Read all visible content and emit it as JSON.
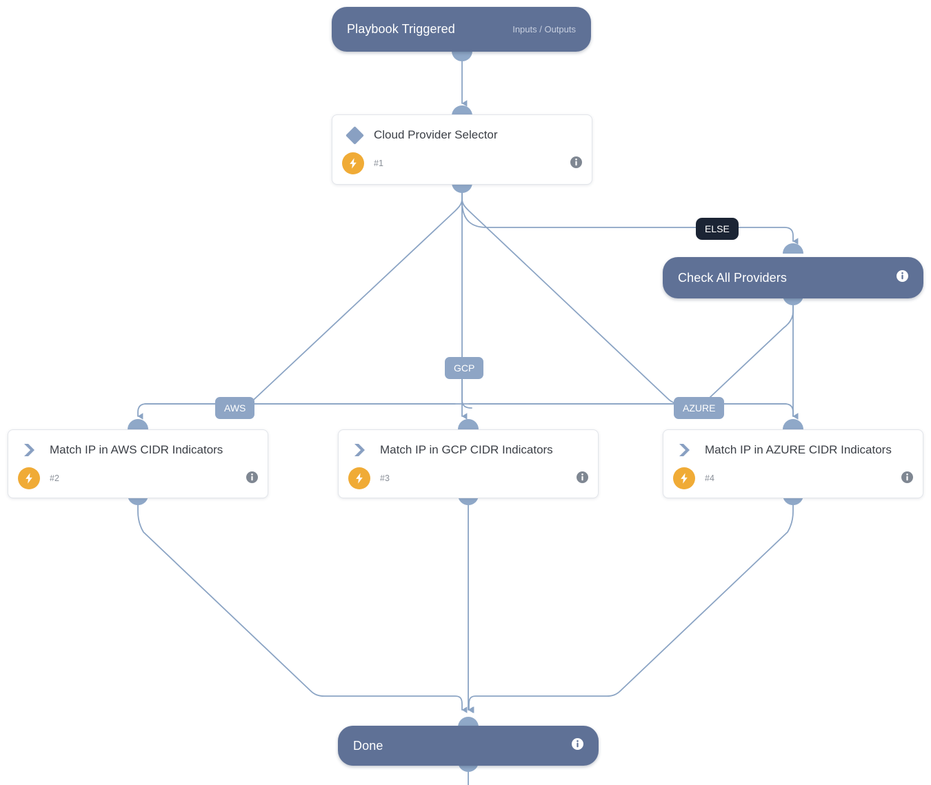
{
  "diagram": {
    "title": "Playbook workflow graph",
    "colors": {
      "pill_node": "#5f7196",
      "edge": "#8ba4c4",
      "handle": "#8fa8c8",
      "label_badge": "#8ea5c5",
      "else_badge": "#1b2434",
      "bolt_badge": "#f0ab36",
      "card_title": "#3b3f46",
      "background": "#ffffff"
    },
    "nodes": {
      "trigger": {
        "title": "Playbook Triggered",
        "subtitle": "Inputs / Outputs"
      },
      "selector": {
        "title": "Cloud Provider Selector",
        "index": "#1",
        "icon": "diamond-condition-icon",
        "badge": "lightning-bolt-icon",
        "info": "info-icon"
      },
      "check_all": {
        "title": "Check All Providers",
        "info": "info-icon"
      },
      "task_aws": {
        "title": "Match IP in AWS CIDR Indicators",
        "index": "#2",
        "icon": "chevron-right-icon",
        "badge": "lightning-bolt-icon",
        "info": "info-icon"
      },
      "task_gcp": {
        "title": "Match IP in GCP CIDR Indicators",
        "index": "#3",
        "icon": "chevron-right-icon",
        "badge": "lightning-bolt-icon",
        "info": "info-icon"
      },
      "task_azure": {
        "title": "Match IP in AZURE CIDR Indicators",
        "index": "#4",
        "icon": "chevron-right-icon",
        "badge": "lightning-bolt-icon",
        "info": "info-icon"
      },
      "done": {
        "title": "Done",
        "info": "info-icon"
      }
    },
    "edge_labels": {
      "else": "ELSE",
      "gcp": "GCP",
      "aws": "AWS",
      "azure": "AZURE"
    }
  }
}
